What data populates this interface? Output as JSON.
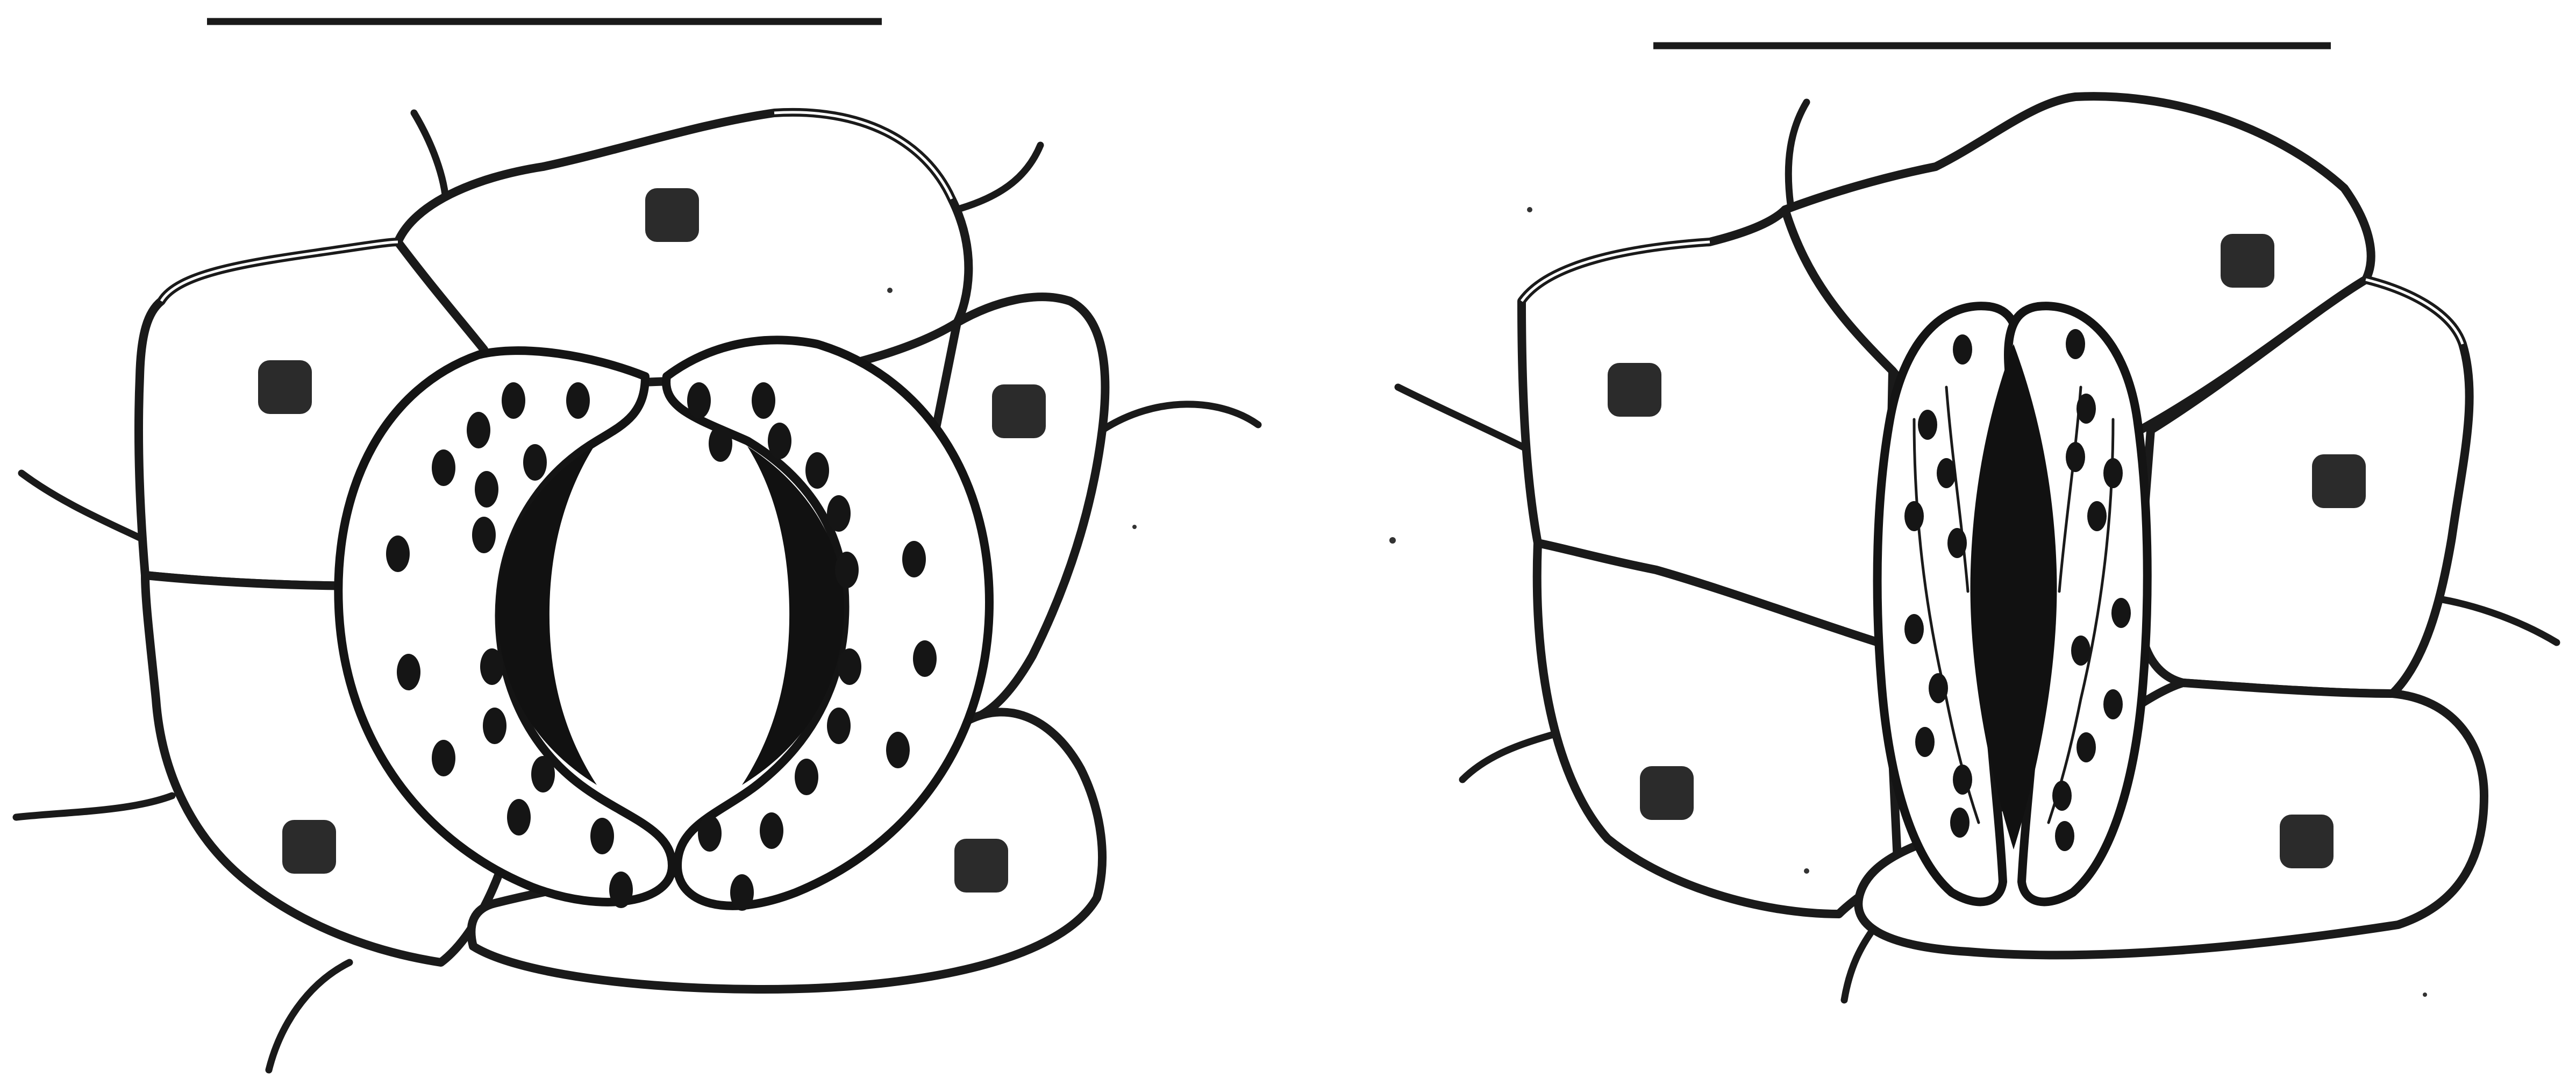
{
  "figure": {
    "panels": [
      {
        "id": "open",
        "state": "open stomata"
      },
      {
        "id": "closed",
        "state": "closed stomata"
      }
    ],
    "colors": {
      "line": "#1a1a1a",
      "fill": "#ffffff",
      "organelle": "#151515"
    }
  }
}
